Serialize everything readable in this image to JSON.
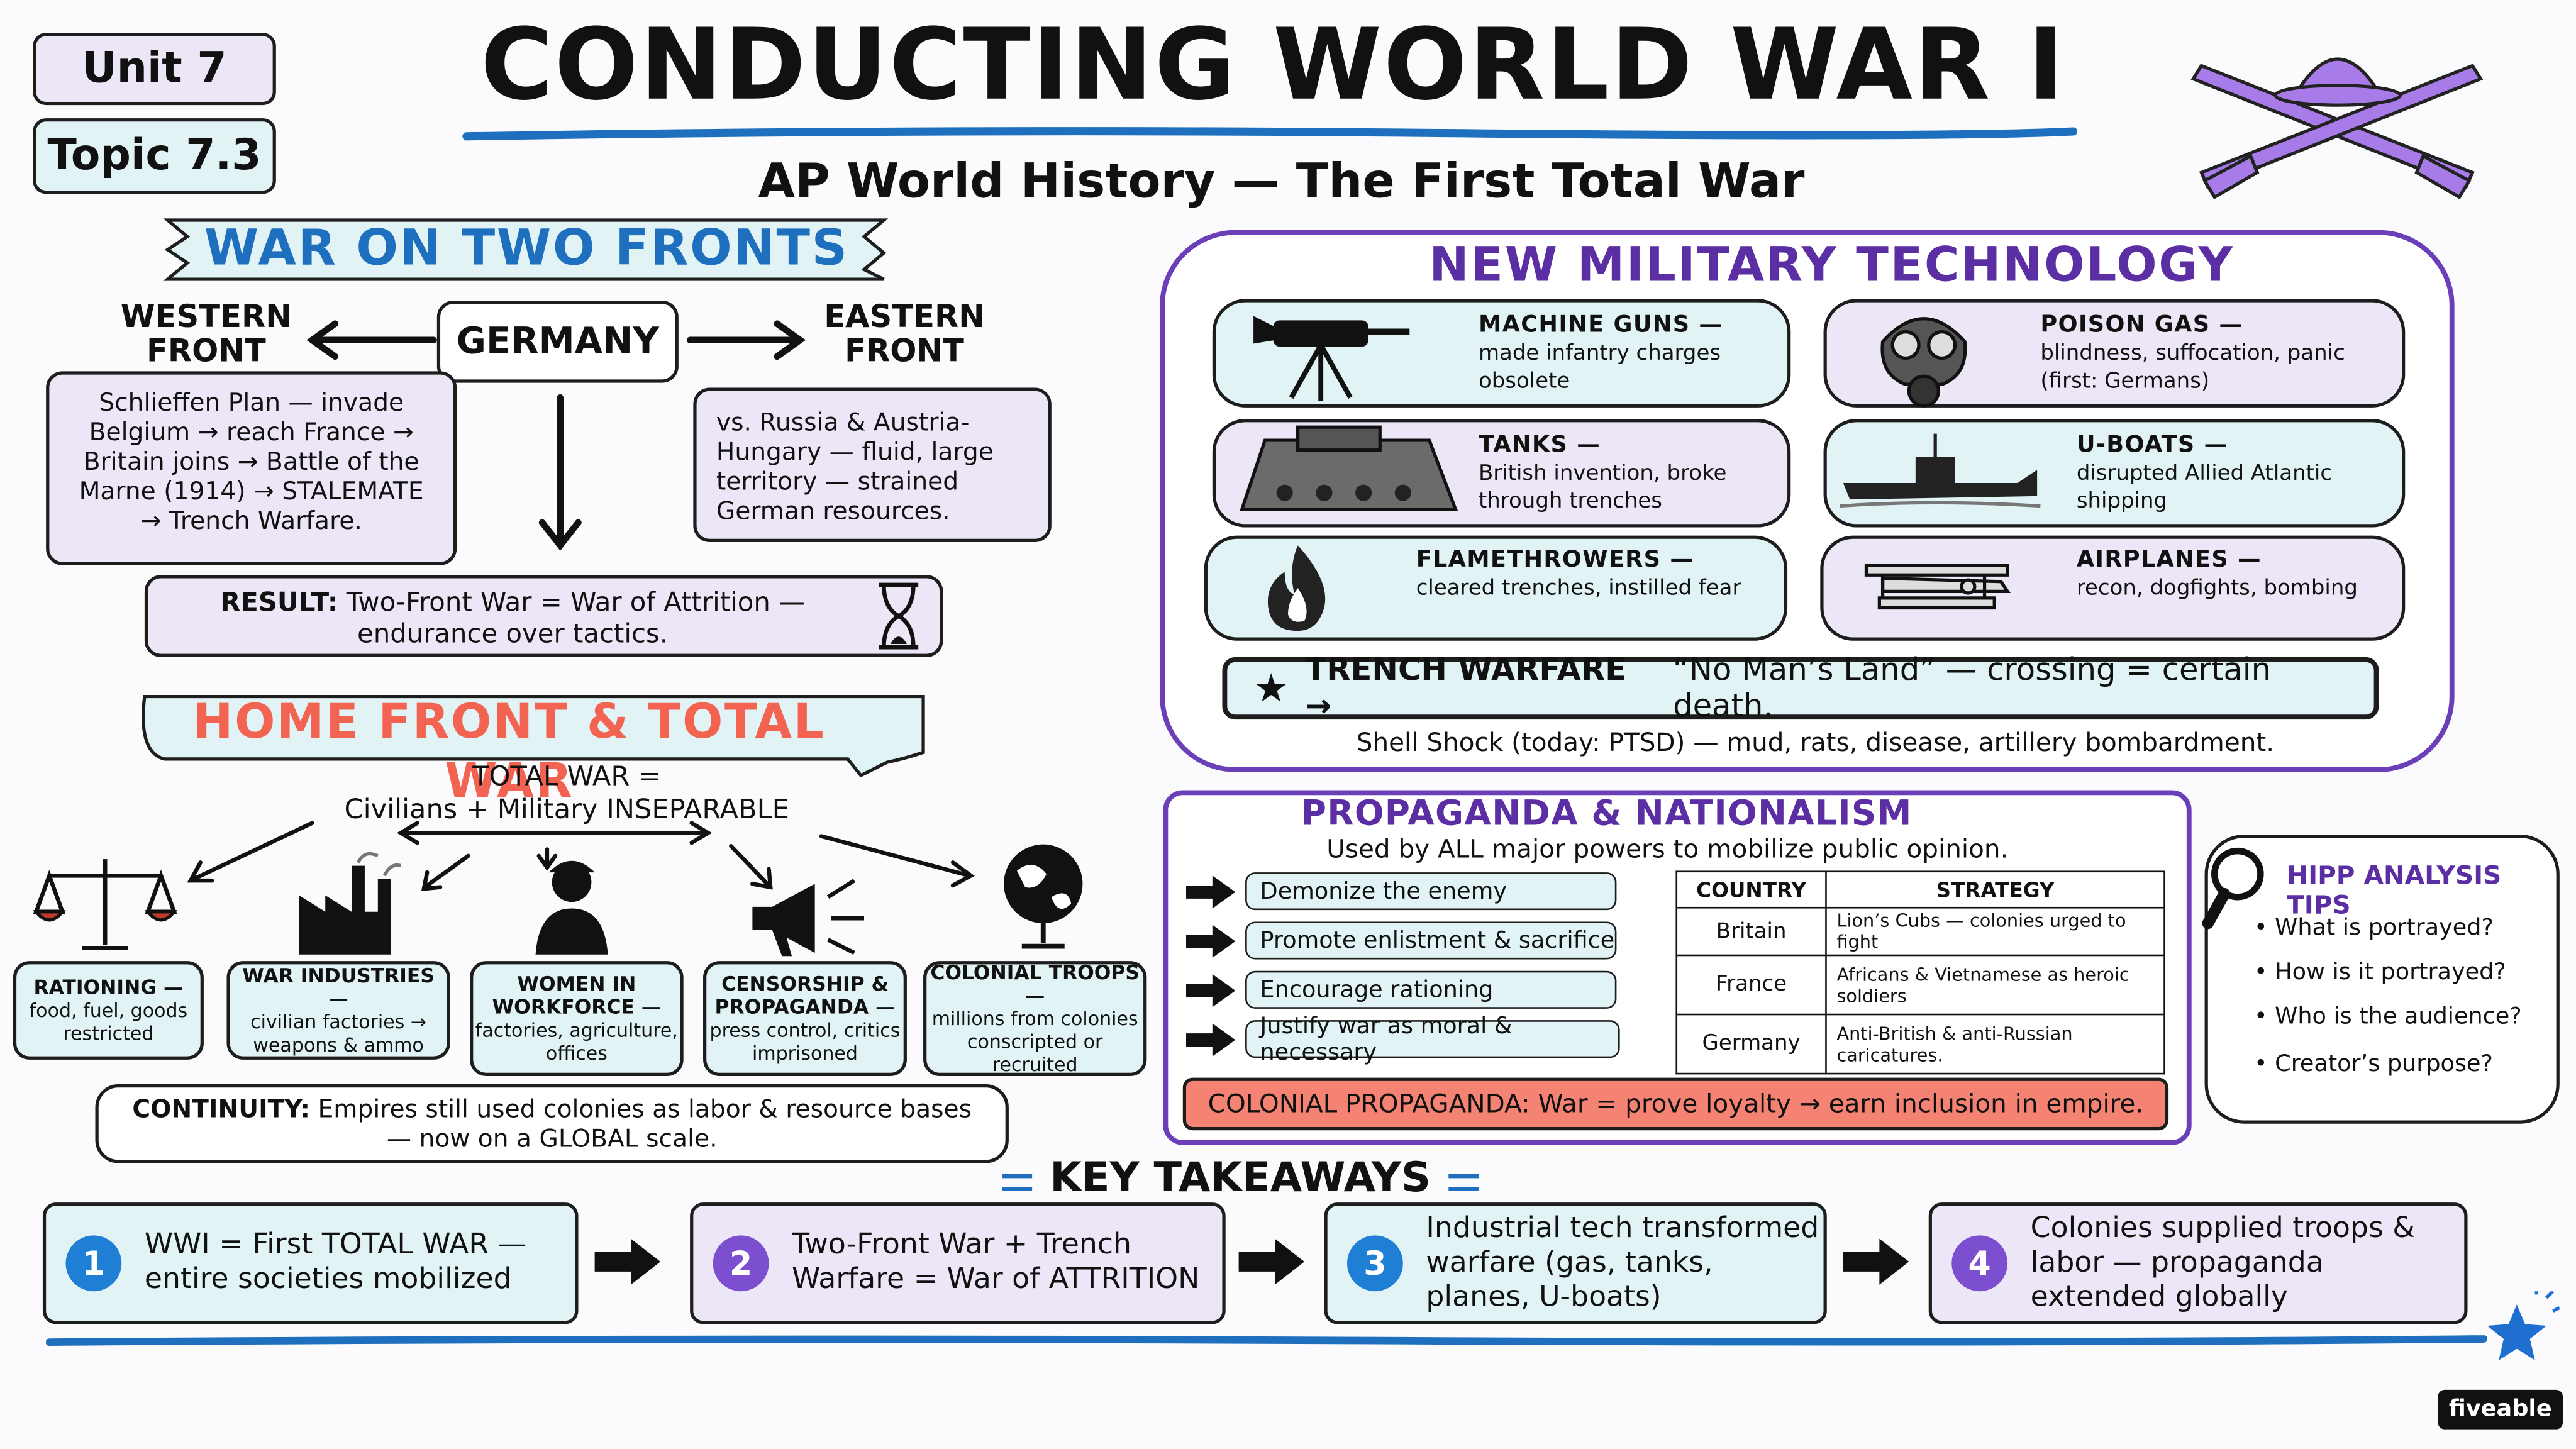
{
  "header": {
    "unit": "Unit 7",
    "topic": "Topic 7.3",
    "title": "CONDUCTING WORLD WAR I",
    "subtitle": "AP World History — The First Total War"
  },
  "two_fronts": {
    "banner": "WAR ON TWO FRONTS",
    "western_label": "WESTERN FRONT",
    "germany": "GERMANY",
    "eastern_label": "EASTERN FRONT",
    "western_text": "Schlieffen Plan — invade Belgium → reach France → Britain joins → Battle of the Marne (1914) → STALEMATE → Trench Warfare.",
    "eastern_text": "vs. Russia & Austria-Hungary — fluid, large territory — strained German resources.",
    "result_label": "RESULT:",
    "result_text": "Two-Front War = War of Attrition — endurance over tactics."
  },
  "home_front": {
    "banner": "HOME FRONT & TOTAL WAR",
    "total_war_line1": "TOTAL WAR =",
    "total_war_line2": "Civilians + Military INSEPARABLE",
    "items": [
      {
        "title": "RATIONING —",
        "text": "food, fuel, goods restricted",
        "icon": "scales-icon"
      },
      {
        "title": "WAR INDUSTRIES —",
        "text": "civilian factories → weapons & ammo",
        "icon": "factory-icon"
      },
      {
        "title": "WOMEN IN WORKFORCE —",
        "text": "factories, agriculture, offices",
        "icon": "woman-worker-icon"
      },
      {
        "title": "CENSORSHIP & PROPAGANDA —",
        "text": "press control, critics imprisoned",
        "icon": "megaphone-icon"
      },
      {
        "title": "COLONIAL TROOPS —",
        "text": "millions from colonies conscripted or recruited",
        "icon": "globe-icon"
      }
    ],
    "continuity_label": "CONTINUITY:",
    "continuity_text": "Empires still used colonies as labor & resource bases — now on a GLOBAL scale."
  },
  "technology": {
    "banner": "NEW MILITARY TECHNOLOGY",
    "items": [
      {
        "title": "MACHINE GUNS —",
        "text": "made infantry charges obsolete",
        "icon": "machine-gun-icon"
      },
      {
        "title": "POISON GAS —",
        "text": "blindness, suffocation, panic (first: Germans)",
        "icon": "gas-mask-icon"
      },
      {
        "title": "TANKS —",
        "text": "British invention, broke through trenches",
        "icon": "tank-icon"
      },
      {
        "title": "U-BOATS —",
        "text": "disrupted Allied Atlantic shipping",
        "icon": "submarine-icon"
      },
      {
        "title": "FLAMETHROWERS —",
        "text": "cleared trenches, instilled fear",
        "icon": "flame-icon"
      },
      {
        "title": "AIRPLANES —",
        "text": "recon, dogfights, bombing",
        "icon": "biplane-icon"
      }
    ],
    "trench_label": "TRENCH WARFARE →",
    "trench_text": "“No Man’s Land” — crossing = certain death.",
    "shell_shock": "Shell Shock (today: PTSD) — mud, rats, disease, artillery bombardment."
  },
  "propaganda": {
    "banner": "PROPAGANDA & NATIONALISM",
    "intro": "Used by ALL major powers to mobilize public opinion.",
    "strategies": [
      "Demonize the enemy",
      "Promote enlistment & sacrifice",
      "Encourage rationing",
      "Justify war as moral & necessary"
    ],
    "table_headers": [
      "COUNTRY",
      "STRATEGY"
    ],
    "table_rows": [
      [
        "Britain",
        "Lion’s Cubs — colonies urged to fight"
      ],
      [
        "France",
        "Africans & Vietnamese as heroic soldiers"
      ],
      [
        "Germany",
        "Anti-British & anti-Russian caricatures."
      ]
    ],
    "colonial": "COLONIAL PROPAGANDA: War = prove loyalty → earn inclusion in empire."
  },
  "hipp": {
    "title": "HIPP ANALYSIS TIPS",
    "tips": [
      "What is portrayed?",
      "How is it portrayed?",
      "Who is the audience?",
      "Creator’s purpose?"
    ]
  },
  "takeaways": {
    "title": "KEY TAKEAWAYS",
    "items": [
      {
        "num": "1",
        "text": "WWI = First TOTAL WAR — entire societies mobilized"
      },
      {
        "num": "2",
        "text": "Two-Front War + Trench Warfare = War of ATTRITION"
      },
      {
        "num": "3",
        "text": "Industrial tech transformed warfare (gas, tanks, planes, U-boats)"
      },
      {
        "num": "4",
        "text": "Colonies supplied troops & labor — propaganda extended globally"
      }
    ]
  },
  "brand": "fiveable",
  "colors": {
    "blue": "#1e6fbd",
    "red": "#f26352",
    "purple": "#5b2fa3",
    "lavender": "#ece6f6",
    "cyan": "#e1f3f5",
    "icon_purple": "#9b6be0"
  }
}
